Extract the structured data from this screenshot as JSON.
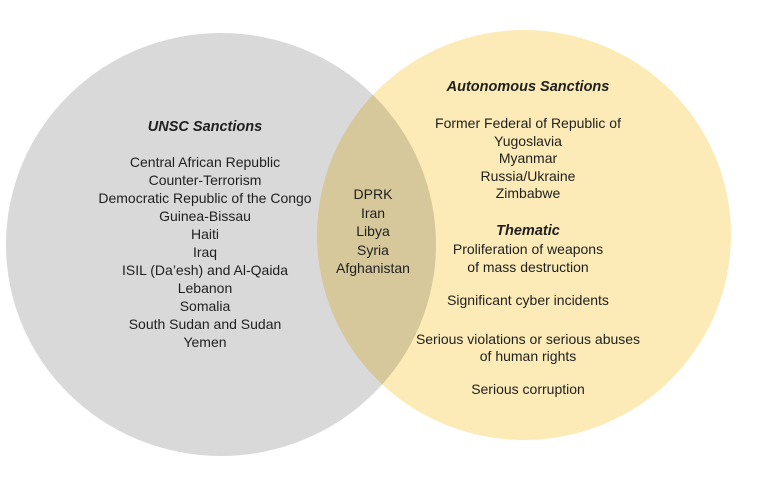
{
  "diagram": {
    "type": "venn",
    "left_set": {
      "title": "UNSC Sanctions",
      "color": "#d9d9d9",
      "items": [
        "Central African Republic",
        "Counter-Terrorism",
        "Democratic Republic of the Congo",
        "Guinea-Bissau",
        "Haiti",
        "Iraq",
        "ISIL (Da’esh) and Al-Qaida",
        "Lebanon",
        "Somalia",
        "South Sudan and Sudan",
        "Yemen"
      ]
    },
    "intersection": {
      "items": [
        "DPRK",
        "Iran",
        "Libya",
        "Syria",
        "Afghanistan"
      ]
    },
    "right_set": {
      "title": "Autonomous Sanctions",
      "color": "#fcebb6",
      "country_items": [
        "Former Federal of Republic of\nYugoslavia",
        "Myanmar",
        "Russia/Ukraine",
        "Zimbabwe"
      ],
      "thematic_title": "Thematic",
      "thematic_items": [
        "Proliferation of weapons\nof mass destruction",
        "Significant cyber incidents",
        "Serious violations or serious abuses\nof human rights",
        "Serious corruption"
      ]
    }
  }
}
